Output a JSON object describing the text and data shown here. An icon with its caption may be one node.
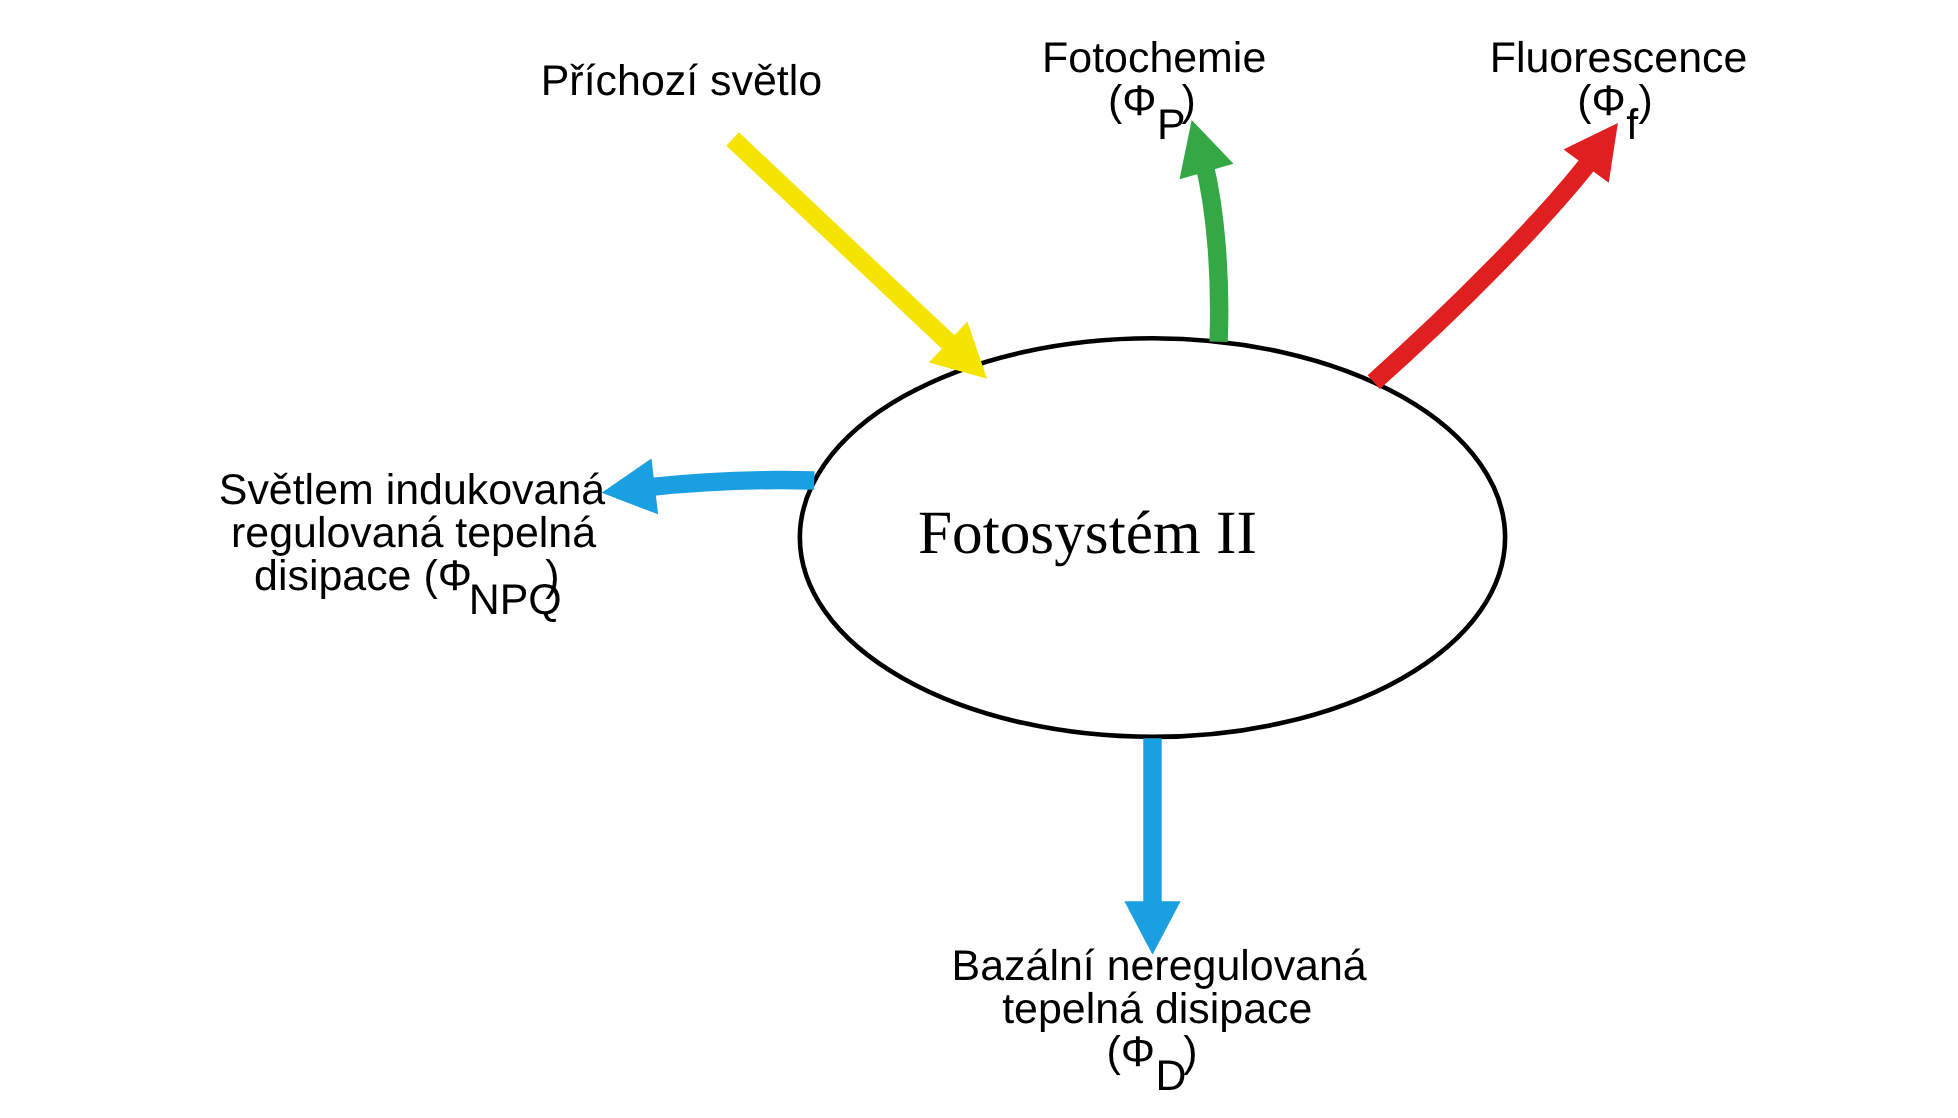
{
  "diagram": {
    "nodes": [
      {
        "text": [
          "Fotosystém II"
        ]
      },
      {
        "text": [
          "Příchozí světlo"
        ]
      },
      {
        "text": [
          "Fotochemie (Φ$_{P}$)"
        ]
      },
      {
        "text": [
          "Fluorescence (Φ$_{f}$)"
        ]
      },
      {
        "text": [
          "Světlem indukovaná regulovaná tepelná disipace (Φ$_{NPQ}$)"
        ]
      },
      {
        "text": [
          "Bazální neregulovaná tepelná disipace (Φ$_{D}$)"
        ]
      }
    ],
    "edges": [
      {
        "from": 1,
        "to": 0,
        "arrow": "to",
        "color": "#f5e400"
      },
      {
        "from": 0,
        "to": 2,
        "arrow": "to",
        "color": "#33a844"
      },
      {
        "from": 0,
        "to": 3,
        "arrow": "to",
        "color": "#e02020"
      },
      {
        "from": 0,
        "to": 4,
        "arrow": "to",
        "color": "#1a9fe0"
      },
      {
        "from": 0,
        "to": 5,
        "arrow": "to",
        "color": "#1a9fe0"
      }
    ]
  }
}
